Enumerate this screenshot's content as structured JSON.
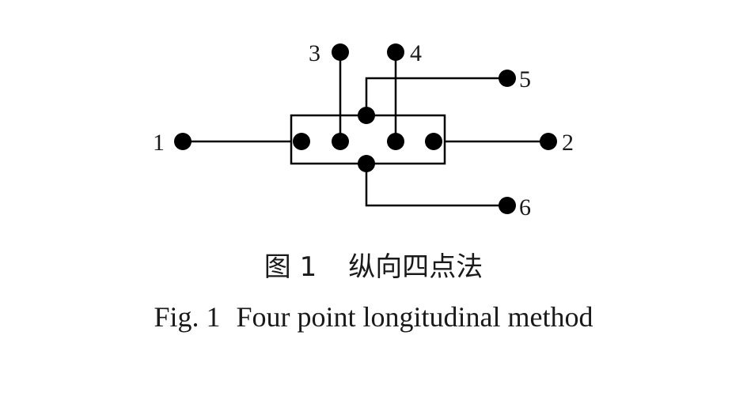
{
  "figure": {
    "terminal_labels": [
      "1",
      "2",
      "3",
      "4",
      "5",
      "6"
    ],
    "caption_zh": {
      "number": "图 1",
      "title": "纵向四点法"
    },
    "caption_en": {
      "number": "Fig. 1",
      "title": "Four point longitudinal method"
    }
  },
  "colors": {
    "ink": "#000000",
    "text": "#1a1a1a",
    "background": "#ffffff"
  }
}
